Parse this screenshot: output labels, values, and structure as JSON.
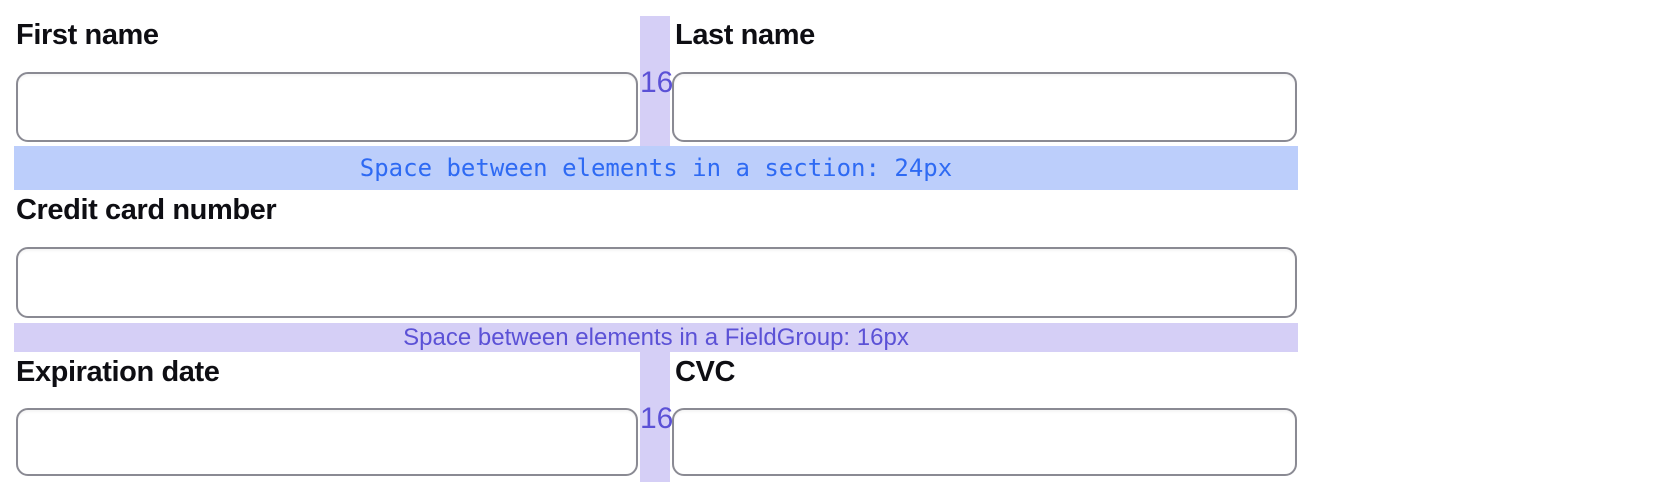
{
  "form": {
    "fields": {
      "first_name": {
        "label": "First name",
        "value": "",
        "placeholder": ""
      },
      "last_name": {
        "label": "Last name",
        "value": "",
        "placeholder": ""
      },
      "card_number": {
        "label": "Credit card number",
        "value": "",
        "placeholder": ""
      },
      "expiration": {
        "label": "Expiration date",
        "value": "",
        "placeholder": ""
      },
      "cvc": {
        "label": "CVC",
        "value": "",
        "placeholder": ""
      }
    }
  },
  "annotations": {
    "section_space": {
      "text": "Space between elements in a section: 24px",
      "text_color": "#2e6af3",
      "band_color": "#bccefb"
    },
    "fieldgroup_space": {
      "text": "Space between elements in a FieldGroup: 16px",
      "text_color": "#5b51d6",
      "band_color": "#d5cff6"
    },
    "column_gap_row1": {
      "value": "16",
      "bar_color": "#d5cff6",
      "text_color": "#5b51d6"
    },
    "column_gap_row3": {
      "value": "16",
      "bar_color": "#d5cff6",
      "text_color": "#5b51d6"
    }
  },
  "colors": {
    "background": "#ffffff",
    "label_text": "#0e0e13",
    "input_border": "#8a8a93"
  }
}
